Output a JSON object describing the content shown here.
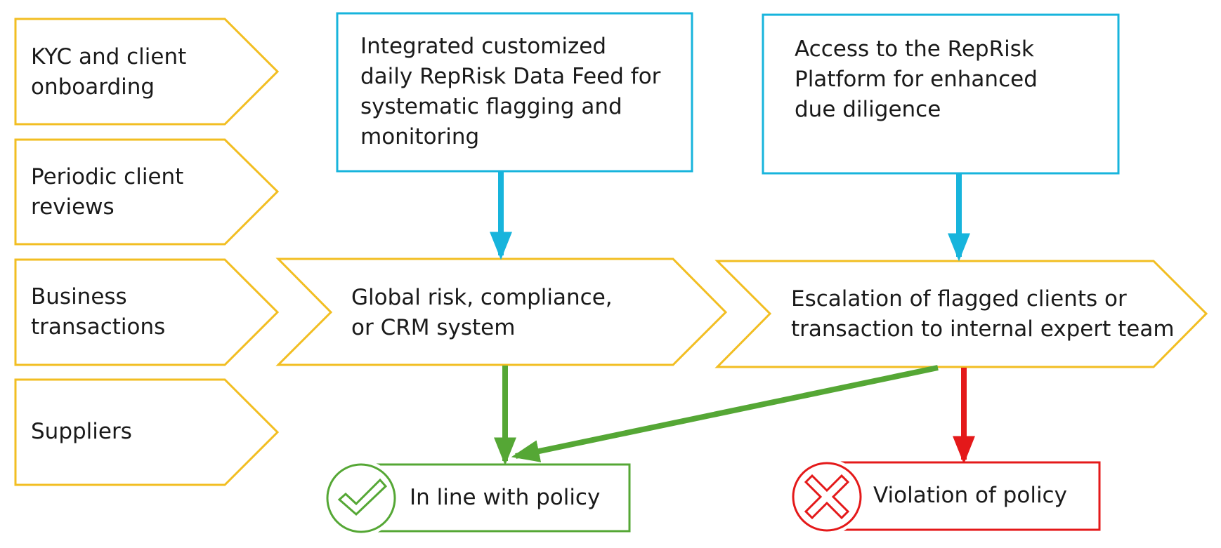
{
  "colors": {
    "yellow": "#F2BE22",
    "blue": "#17B4DC",
    "green": "#55A735",
    "red": "#E4191A",
    "text": "#1a1a1a"
  },
  "sources": [
    {
      "label": "KYC and client\nonboarding"
    },
    {
      "label": "Periodic client\nreviews"
    },
    {
      "label": "Business\ntransactions"
    },
    {
      "label": "Suppliers"
    }
  ],
  "data_feed": {
    "label": "Integrated customized\ndaily RepRisk Data Feed for\nsystematic flagging and\nmonitoring"
  },
  "platform": {
    "label": "Access to the RepRisk\nPlatform for enhanced\ndue diligence"
  },
  "system": {
    "label": "Global risk, compliance,\nor CRM system"
  },
  "escalation": {
    "label": "Escalation of flagged clients or\ntransaction to internal expert team"
  },
  "outcomes": {
    "ok": {
      "label": "In line with policy",
      "icon": "check-circle-icon"
    },
    "violation": {
      "label": "Violation of policy",
      "icon": "cross-circle-icon"
    }
  }
}
